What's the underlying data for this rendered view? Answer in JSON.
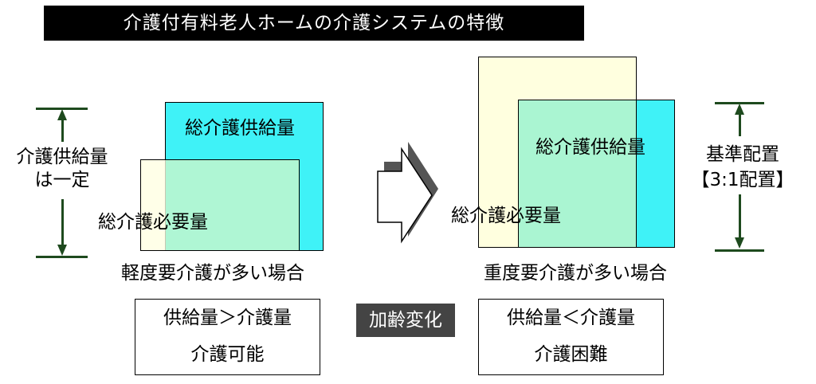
{
  "title": "介護付有料老人ホームの介護システムの特徴",
  "left": {
    "supply_label": "総介護供給量",
    "need_label": "総介護必要量",
    "measure_line1": "介護供給量",
    "measure_line2": "は一定",
    "caption": "軽度要介護が多い場合",
    "result_line1": "供給量＞介護量",
    "result_line2": "介護可能"
  },
  "middle": {
    "badge": "加齢変化"
  },
  "right": {
    "supply_label": "総介護供給量",
    "need_label": "総介護必要量",
    "measure_line1": "基準配置",
    "measure_line2": "【3:1配置】",
    "caption": "重度要介護が多い場合",
    "result_line1": "供給量＜介護量",
    "result_line2": "介護困難"
  },
  "colors": {
    "supply": "#3ff2f7",
    "need_cream": "#ffffdf",
    "overlap": "#aaf5d2",
    "arrow": "#1e4a1e",
    "badge": "#444444"
  }
}
